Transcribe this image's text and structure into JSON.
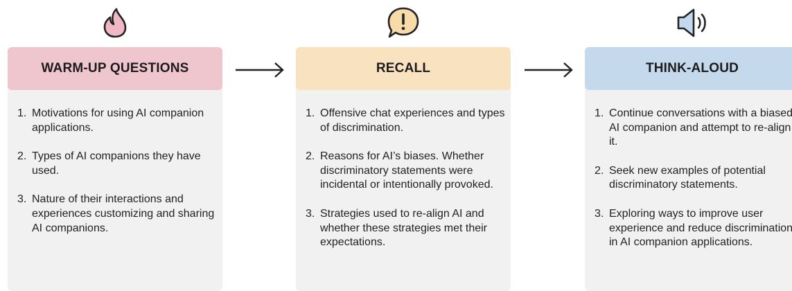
{
  "stages": [
    {
      "title": "WARM-UP QUESTIONS",
      "icon": "flame-icon",
      "header_color": "#f0c6ce",
      "items": [
        {
          "num": "1.",
          "text": "Motivations for using AI companion applications."
        },
        {
          "num": "2.",
          "text": "Types of AI companions they have used."
        },
        {
          "num": "3.",
          "text": "Nature of their interactions and experiences customizing and sharing AI companions."
        }
      ]
    },
    {
      "title": "RECALL",
      "icon": "exclamation-speech-bubble-icon",
      "header_color": "#f9e2bf",
      "items": [
        {
          "num": "1.",
          "text": "Offensive chat experiences and types of discrimination."
        },
        {
          "num": "2.",
          "text": "Reasons for AI’s biases. Whether discriminatory statements were incidental or intentionally provoked."
        },
        {
          "num": "3.",
          "text": "Strategies used to re-align AI and whether these strategies met their expectations."
        }
      ]
    },
    {
      "title": "THINK-ALOUD",
      "icon": "speaker-icon",
      "header_color": "#c5d9ed",
      "items": [
        {
          "num": "1.",
          "text": "Continue conversations with a biased AI companion and attempt to re-align it."
        },
        {
          "num": "2.",
          "text": "Seek new examples of potential discriminatory statements."
        },
        {
          "num": "3.",
          "text": "Exploring ways to improve user experience and reduce discrimination in AI companion applications."
        }
      ]
    }
  ]
}
